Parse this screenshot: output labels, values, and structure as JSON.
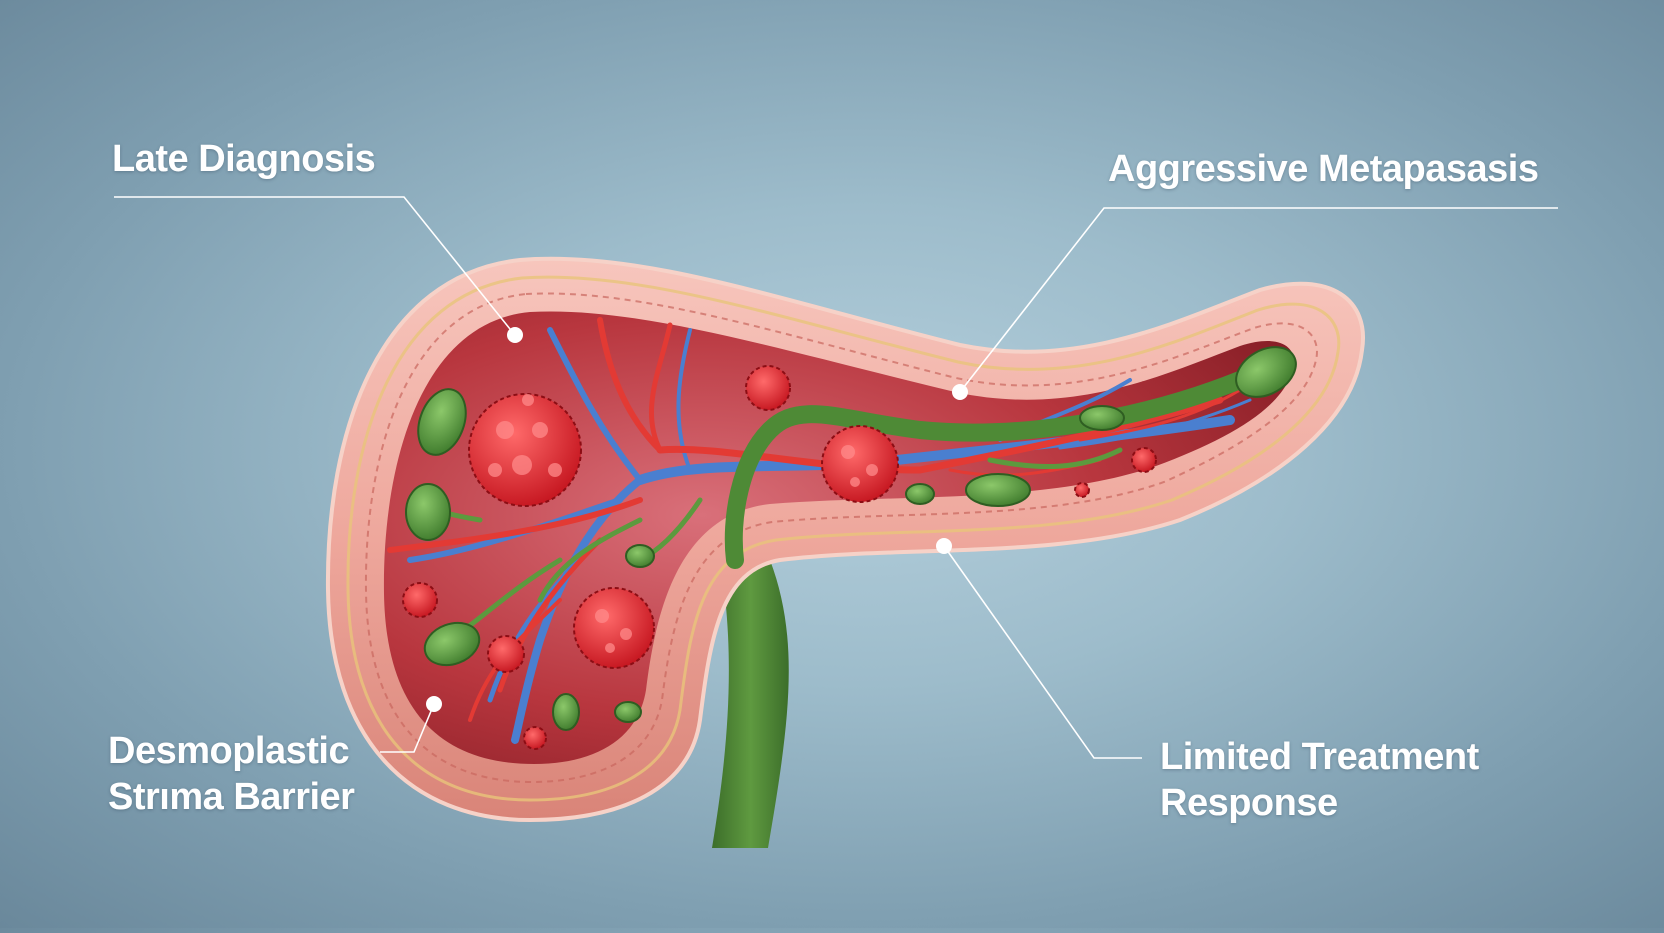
{
  "labels": {
    "late_diagnosis": "Late Diagnosis",
    "aggressive_metastasis": "Aggressive Metapasasis",
    "desmoplastic_line1": "Desmoplastic",
    "desmoplastic_line2": "Strıma Barrier",
    "limited_line1": "Limited Treatment",
    "limited_line2": "Response"
  },
  "colors": {
    "tissue_outer": "#f0b3aa",
    "tissue_inner": "#a8282e",
    "tumor": "#e0303a",
    "vein": "#4a7fd0",
    "artery": "#e33a34",
    "bile_duct": "#4e8a36",
    "callout_line": "#ffffff"
  }
}
